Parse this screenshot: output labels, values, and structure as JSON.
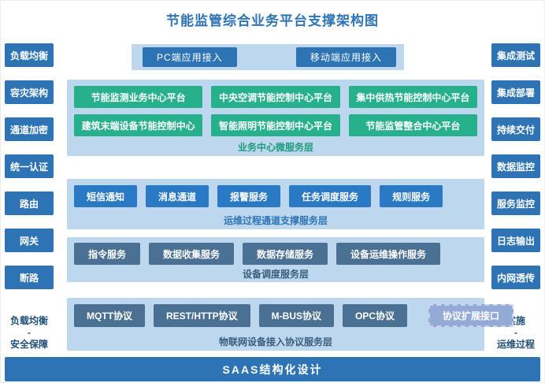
{
  "title": "节能监管综合业务平台支撑架构图",
  "left_sidebar": {
    "items": [
      "负载均衡",
      "容灾架构",
      "通道加密",
      "统一认证",
      "路由",
      "网关",
      "断路"
    ],
    "footer": [
      "负载均衡",
      "-",
      "安全保障"
    ]
  },
  "right_sidebar": {
    "items": [
      "集成测试",
      "集成部署",
      "持续交付",
      "数据监控",
      "服务监控",
      "日志输出",
      "内网透传"
    ],
    "footer": [
      "实施",
      "-",
      "运维过程"
    ]
  },
  "access_layer": {
    "items": [
      "PC端应用接入",
      "移动端应用接入"
    ]
  },
  "business_layer": {
    "row1": [
      "节能监测业务中心平台",
      "中央空调节能控制中心平台",
      "集中供热节能控制中心平台"
    ],
    "row2": [
      "建筑末端设备节能控制中心",
      "智能照明节能控制中心平台",
      "节能监管整合中心平台"
    ],
    "label": "业务中心微服务层"
  },
  "channel_layer": {
    "items": [
      "短信通知",
      "消息通道",
      "报警服务",
      "任务调度服务",
      "规则服务"
    ],
    "label": "运维过程通道支撑服务层"
  },
  "device_layer": {
    "items": [
      "指令服务",
      "数据收集服务",
      "数据存储服务",
      "设备运维操作服务"
    ],
    "label": "设备调度服务层"
  },
  "protocol_layer": {
    "items": [
      "MQTT协议",
      "REST/HTTP协议",
      "M-BUS协议",
      "OPC协议"
    ],
    "extension": "协议扩展接口",
    "label": "物联网设备接入协议服务层"
  },
  "footer_bar": "SAAS结构化设计",
  "colors": {
    "title_blue": "#2e74b5",
    "sidebar_blue": "#2e74b5",
    "panel_light_blue": "#bdd7ee",
    "green": "#27b08c",
    "service_blue": "#2a79c4",
    "slate_blue": "#4a7093",
    "extension_blue": "#93a9d6"
  }
}
